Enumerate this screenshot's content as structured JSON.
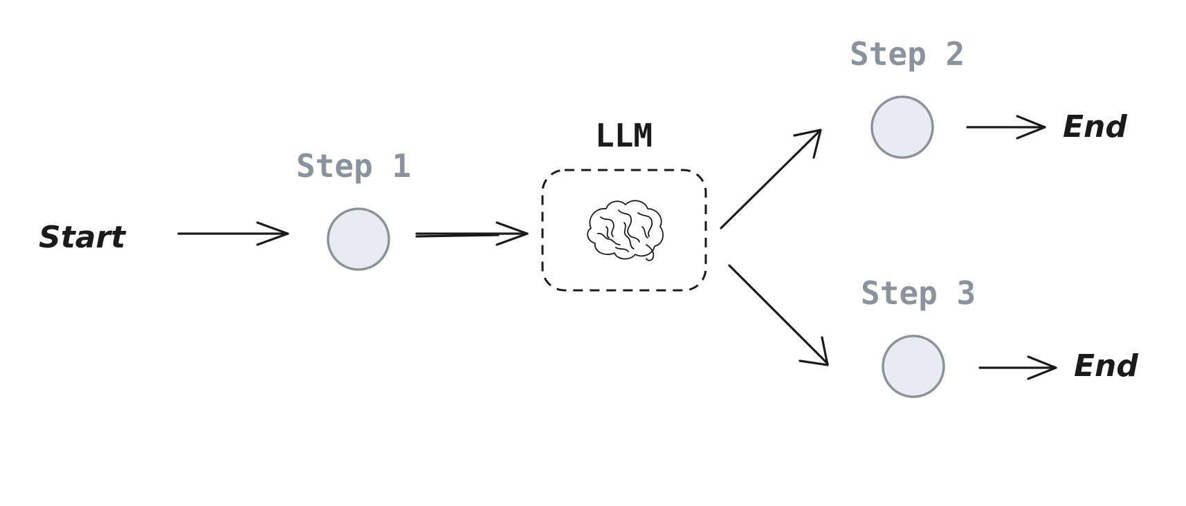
{
  "diagram": {
    "start_label": "Start",
    "llm_label": "LLM",
    "steps": [
      {
        "label": "Step 1"
      },
      {
        "label": "Step 2"
      },
      {
        "label": "Step 3"
      }
    ],
    "end_labels": [
      "End",
      "End"
    ],
    "brain_icon": "brain-icon",
    "colors": {
      "node_fill": "#e8ebef",
      "node_stroke": "#8b929a",
      "step_text": "#8a939d",
      "ink": "#1a1a1a"
    }
  }
}
